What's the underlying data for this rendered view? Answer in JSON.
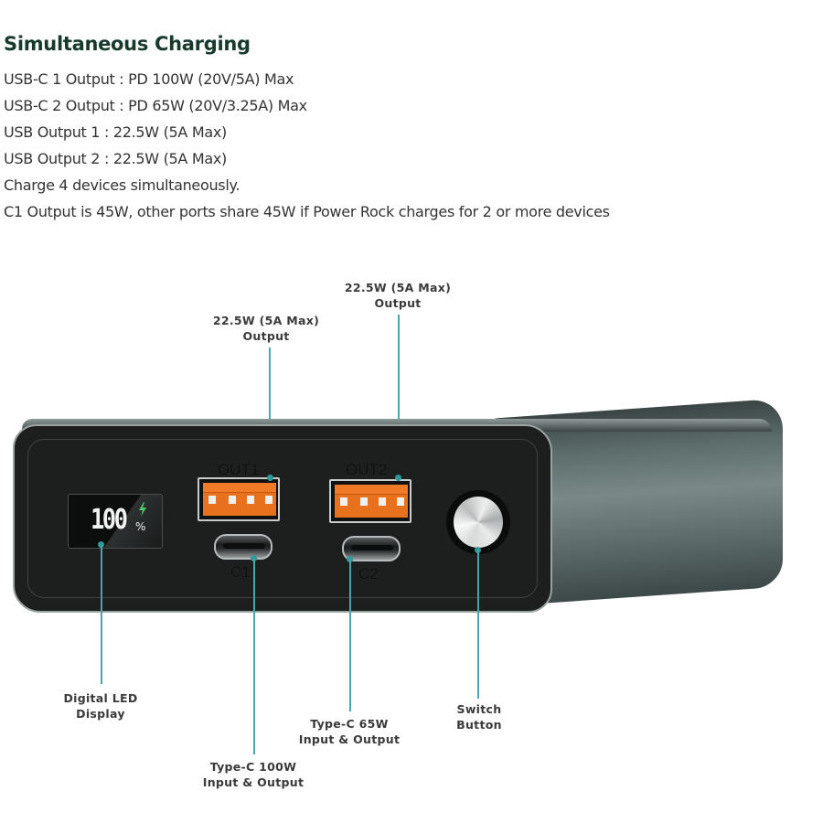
{
  "specs": {
    "title": "Simultaneous Charging",
    "lines": [
      "USB-C 1 Output : PD 100W (20V/5A) Max",
      "USB-C 2 Output : PD 65W (20V/3.25A) Max",
      "USB Output 1 : 22.5W (5A Max)",
      "USB Output 2 : 22.5W (5A Max)",
      "Charge 4 devices simultaneously.",
      "C1 Output is 45W, other ports share 45W if Power Rock charges for 2 or more devices"
    ]
  },
  "device": {
    "led_display": {
      "value": "100",
      "unit": "%",
      "charging_icon": "lightning-bolt-icon",
      "charging_color": "#4cc86a"
    },
    "ports": {
      "out1": "OUT1",
      "out2": "OUT2",
      "c1": "C1",
      "c2": "C2"
    },
    "colors": {
      "usb_a_tongue": "#e8711e",
      "leader_line": "#4aa6a8",
      "body": "#1d1f1f"
    }
  },
  "callouts": {
    "out1": {
      "line1": "22.5W (5A Max)",
      "line2": "Output"
    },
    "out2": {
      "line1": "22.5W (5A Max)",
      "line2": "Output"
    },
    "led": {
      "line1": "Digital LED",
      "line2": "Display"
    },
    "c1": {
      "line1": "Type-C 100W",
      "line2": "Input & Output"
    },
    "c2": {
      "line1": "Type-C 65W",
      "line2": "Input & Output"
    },
    "switch": {
      "line1": "Switch",
      "line2": "Button"
    }
  }
}
